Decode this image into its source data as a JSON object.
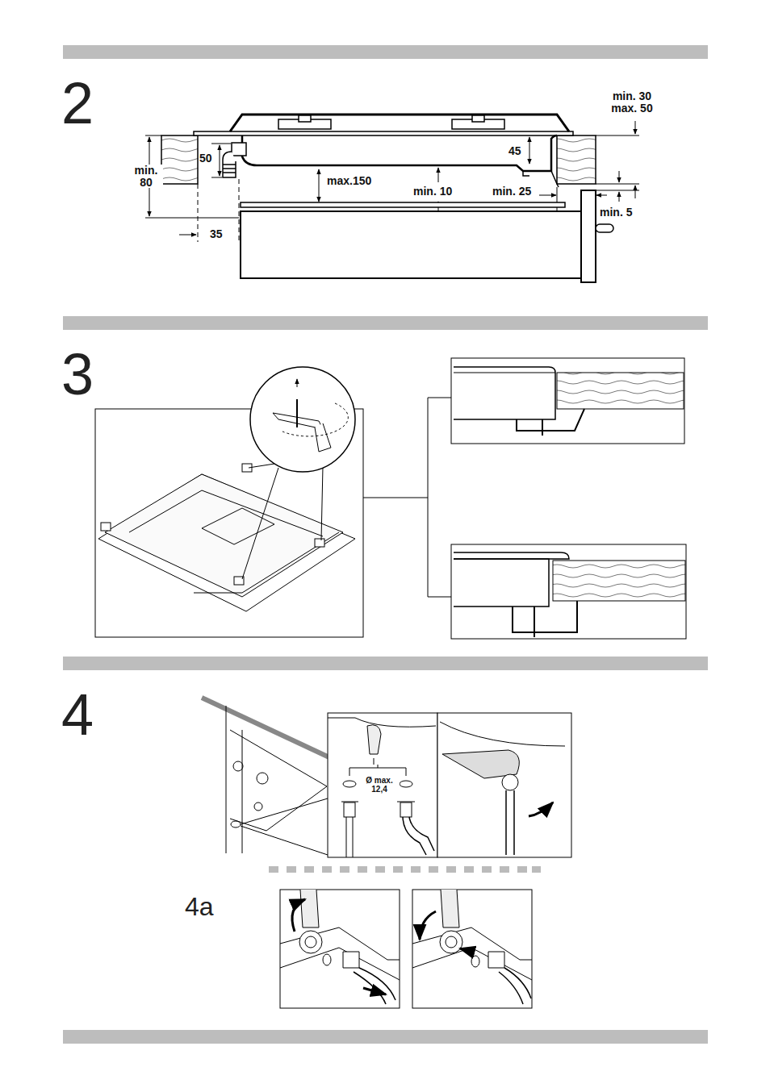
{
  "diagram": {
    "labels": [
      "2",
      "min. 30 max. 50",
      "50",
      "45",
      "min. 80",
      "max.150",
      "min. 10",
      "min. 25",
      "min. 5",
      "35",
      "3",
      "4",
      "Ø max. 12,4",
      "4a"
    ]
  }
}
